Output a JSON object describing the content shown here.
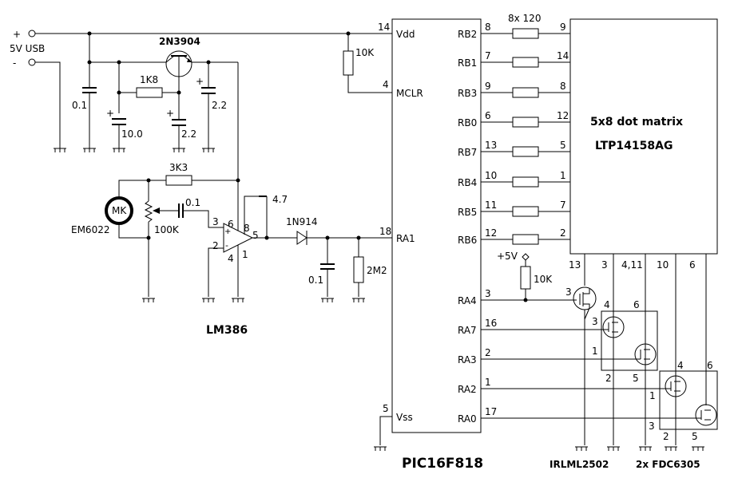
{
  "power": {
    "plus": "+",
    "minus": "-",
    "label": "5V USB"
  },
  "transistor": "2N3904",
  "mcu": {
    "name": "PIC16F818",
    "left_pins": [
      {
        "num": "14",
        "name": "Vdd"
      },
      {
        "num": "4",
        "name": "MCLR"
      },
      {
        "num": "18",
        "name": "RA1"
      },
      {
        "num": "5",
        "name": "Vss"
      }
    ],
    "right_pins": [
      {
        "name": "RB2",
        "num": "8"
      },
      {
        "name": "RB1",
        "num": "7"
      },
      {
        "name": "RB3",
        "num": "9"
      },
      {
        "name": "RB0",
        "num": "6"
      },
      {
        "name": "RB7",
        "num": "13"
      },
      {
        "name": "RB4",
        "num": "10"
      },
      {
        "name": "RB5",
        "num": "11"
      },
      {
        "name": "RB6",
        "num": "12"
      },
      {
        "name": "RA4",
        "num": "3"
      },
      {
        "name": "RA7",
        "num": "16"
      },
      {
        "name": "RA3",
        "num": "2"
      },
      {
        "name": "RA2",
        "num": "1"
      },
      {
        "name": "RA0",
        "num": "17"
      }
    ]
  },
  "resistor_array": "8x 120",
  "display": {
    "line1": "5x8 dot matrix",
    "line2": "LTP14158AG",
    "row_pins": [
      "9",
      "14",
      "8",
      "12",
      "5",
      "1",
      "7",
      "2"
    ],
    "col_pins": [
      "13",
      "3",
      "4,11",
      "10",
      "6"
    ]
  },
  "components": {
    "c1": "0.1",
    "r_1k8": "1K8",
    "c_10": "10.0",
    "c_22a": "2.2",
    "c_22b": "2.2",
    "r_3k3": "3K3",
    "c_01b": "0.1",
    "pot": "100K",
    "mic": "MK",
    "mic_model": "EM6022",
    "c_47": "4.7",
    "diode": "1N914",
    "c_01c": "0.1",
    "r_2m2": "2M2",
    "r_10k_mclr": "10K",
    "r_10k_pull": "10K",
    "plus5v": "+5V"
  },
  "opamp": {
    "name": "LM386",
    "pin3": "3",
    "pin2": "2",
    "pin6": "6",
    "pin4": "4",
    "pin8": "8",
    "pin1": "1",
    "pin5": "5",
    "plus": "+",
    "minus": "-"
  },
  "mosfets": {
    "q1_label": "IRLML2502",
    "q2_label": "2x FDC6305",
    "q1_pins": [
      "3"
    ],
    "fdc_a_pins": [
      "4",
      "6",
      "3",
      "1",
      "2",
      "5"
    ],
    "fdc_b_pins": [
      "4",
      "6",
      "1",
      "3",
      "2",
      "5"
    ]
  }
}
